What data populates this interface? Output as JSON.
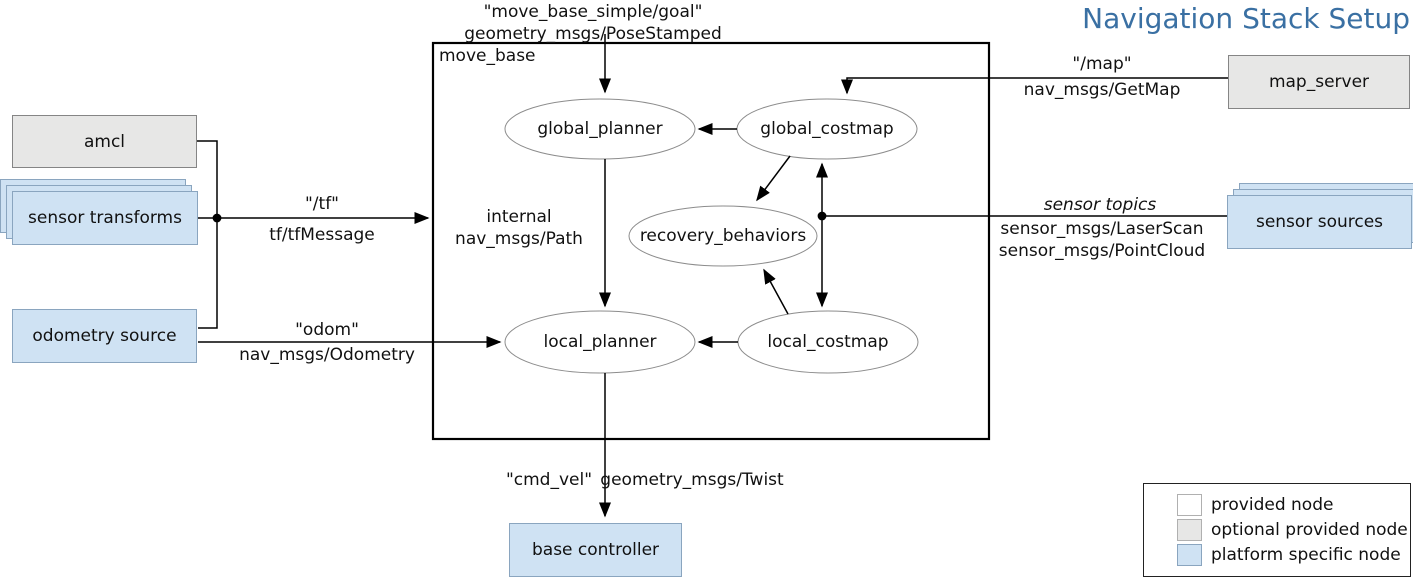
{
  "title": "Navigation Stack Setup",
  "container": {
    "label": "move_base"
  },
  "components": {
    "global_planner": "global_planner",
    "global_costmap": "global_costmap",
    "recovery_behaviors": "recovery_behaviors",
    "local_planner": "local_planner",
    "local_costmap": "local_costmap"
  },
  "nodes": {
    "amcl": "amcl",
    "sensor_transforms": "sensor transforms",
    "odometry_source": "odometry source",
    "map_server": "map_server",
    "sensor_sources": "sensor sources",
    "base_controller": "base controller"
  },
  "edges": {
    "goal": {
      "topic": "\"move_base_simple/goal\"",
      "msg_type": "geometry_msgs/PoseStamped"
    },
    "map": {
      "topic": "\"/map\"",
      "msg_type": "nav_msgs/GetMap"
    },
    "tf": {
      "topic": "\"/tf\"",
      "msg_type": "tf/tfMessage"
    },
    "odom": {
      "topic": "\"odom\"",
      "msg_type": "nav_msgs/Odometry"
    },
    "internal": {
      "label": "internal",
      "msg_type": "nav_msgs/Path"
    },
    "sensor_topics": {
      "label": "sensor topics",
      "msg_types": [
        "sensor_msgs/LaserScan",
        "sensor_msgs/PointCloud"
      ]
    },
    "cmd_vel": {
      "topic": "\"cmd_vel\"",
      "msg_type": "geometry_msgs/Twist"
    }
  },
  "legend": {
    "items": [
      {
        "label": "provided node",
        "color": "#ffffff"
      },
      {
        "label": "optional provided node",
        "color": "#e7e7e6"
      },
      {
        "label": "platform specific node",
        "color": "#cfe2f3"
      }
    ]
  },
  "colors": {
    "title": "#3a70a3",
    "platform_node_fill": "#cfe2f3",
    "platform_node_border": "#8aa5bf",
    "optional_node_fill": "#e7e7e6",
    "optional_node_border": "#858585",
    "line": "#000000",
    "ellipse_stroke": "#8c8c8c"
  }
}
